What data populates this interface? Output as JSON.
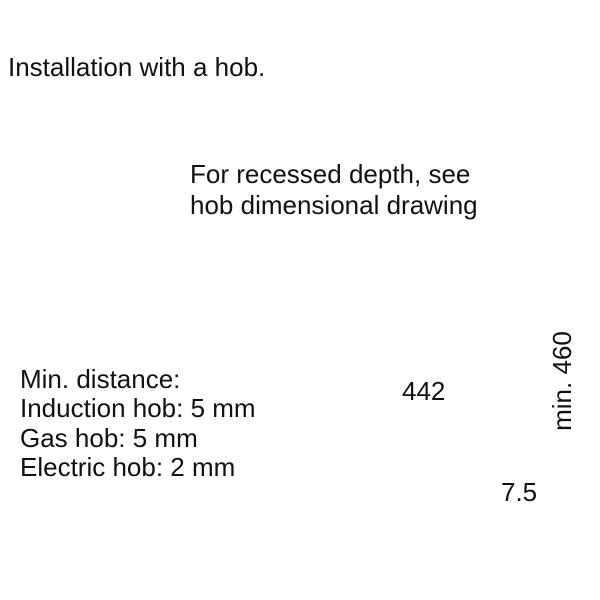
{
  "title": "Installation with a hob.",
  "recess_note": [
    "For recessed depth, see",
    "hob dimensional drawing"
  ],
  "min_distance": {
    "heading": "Min. distance:",
    "lines": [
      "Induction hob: 5 mm",
      "Gas hob: 5 mm",
      "Electric hob: 2 mm"
    ]
  },
  "dimensions": {
    "height": "442",
    "min_niche": "min. 460",
    "offset": "7.5"
  }
}
